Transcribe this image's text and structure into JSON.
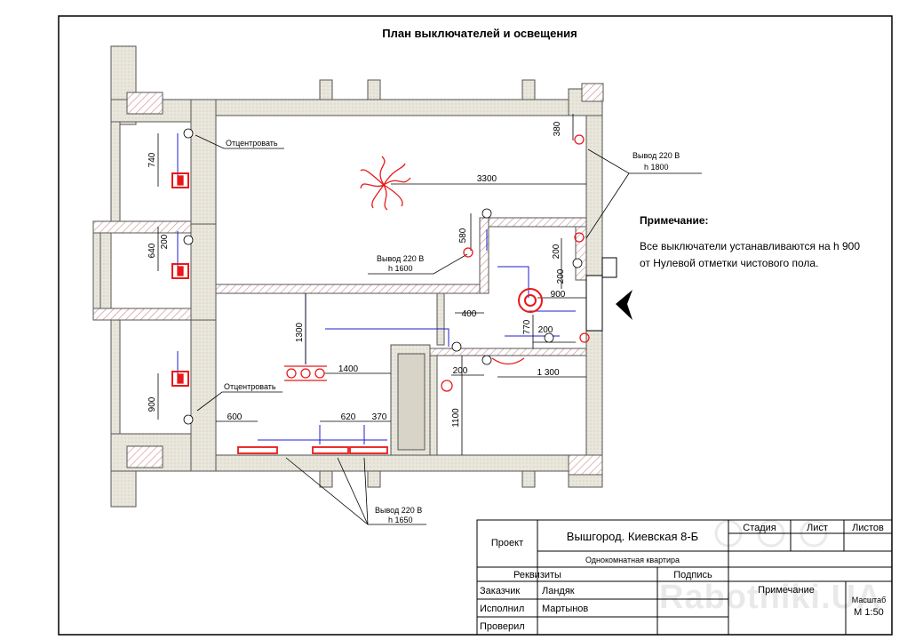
{
  "title": "План выключателей  и освещения",
  "note": {
    "heading": "Примечание:",
    "line1": "Все выключатели устанавливаются на h 900",
    "line2": "от Нулевой отметки чистового пола."
  },
  "labels": {
    "otcentrovat_top": "Отцентровать",
    "otcentrovat_bottom": "Отцентровать",
    "vyvod_1800_a": "Вывод 220 В",
    "vyvod_1800_b": "h 1800",
    "vyvod_1600_a": "Вывод 220 В",
    "vyvod_1600_b": "h 1600",
    "vyvod_1650_a": "Вывод 220 В",
    "vyvod_1650_b": "h 1650"
  },
  "dimensions": {
    "d740": "740",
    "d200a": "200",
    "d640": "640",
    "d900a": "900",
    "d3300": "3300",
    "d380": "380",
    "d580": "580",
    "d200b": "200",
    "d200c": "200",
    "d900b": "900",
    "d400": "400",
    "d770": "770",
    "d200d": "200",
    "d1300v": "1300",
    "d1400": "1400",
    "d200e": "200",
    "d1300h": "1 300",
    "d1100": "1100",
    "d600": "600",
    "d620": "620",
    "d370": "370"
  },
  "title_block": {
    "project_label": "Проект",
    "project_name": "Вышгород. Киевская 8-Б",
    "subtitle": "Однокомнатная квартира",
    "stage_label": "Стадия",
    "sheet_label": "Лист",
    "sheets_label": "Листов",
    "requisites_label": "Реквизиты",
    "signature_label": "Подпись",
    "note_label": "Примечание",
    "scale_label": "Масштаб",
    "scale_value": "М 1:50",
    "rows": [
      {
        "role": "Заказчик",
        "name": "Ландяк"
      },
      {
        "role": "Исполнил",
        "name": "Мартынов"
      },
      {
        "role": "Проверил",
        "name": ""
      }
    ]
  },
  "watermark": "Rabotniki.UA",
  "colors": {
    "wall_fill": "#e9e6dc",
    "hatch": "#c98a8a",
    "fixture_red": "#e8191a",
    "wire_blue": "#1f1fd0",
    "line": "#000000"
  }
}
